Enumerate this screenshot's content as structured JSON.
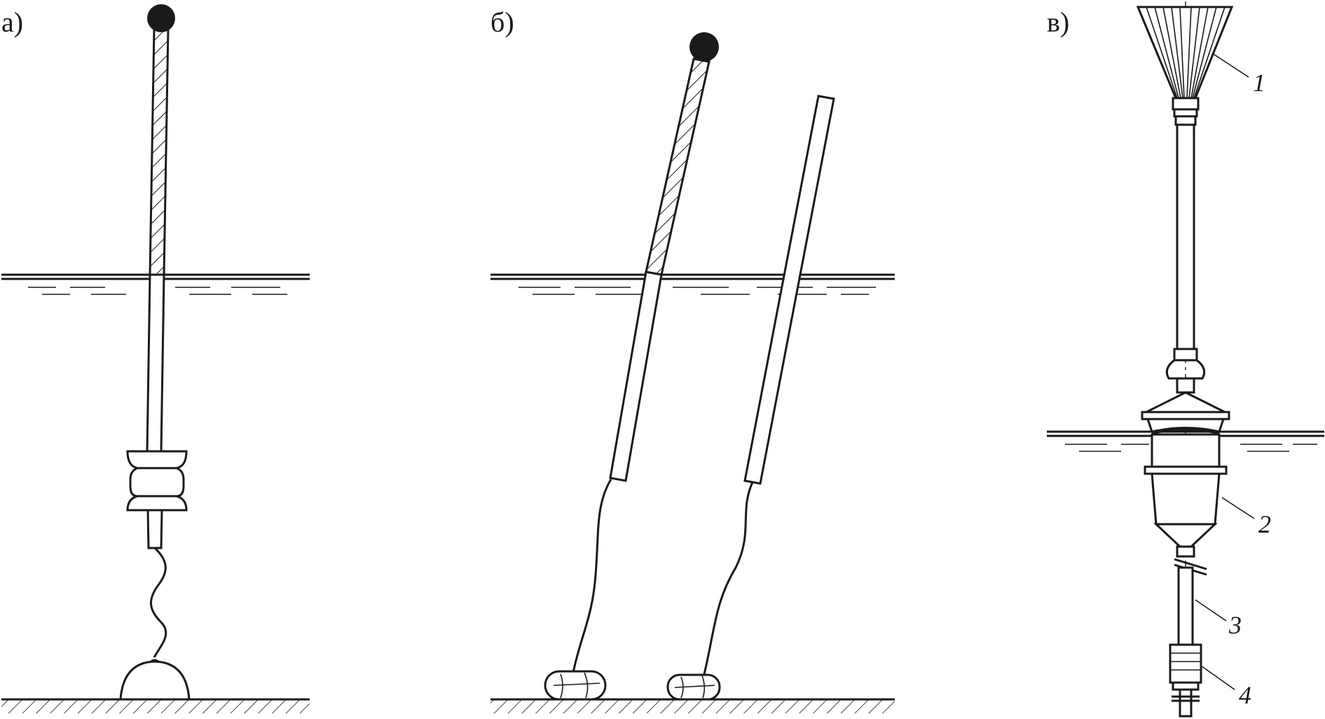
{
  "panels": {
    "a": {
      "label": "а)"
    },
    "b": {
      "label": "б)"
    },
    "c": {
      "label": "в)",
      "callouts": [
        "1",
        "2",
        "3",
        "4"
      ]
    }
  },
  "colors": {
    "ink": "#1a1a1a",
    "background": "#ffffff"
  }
}
